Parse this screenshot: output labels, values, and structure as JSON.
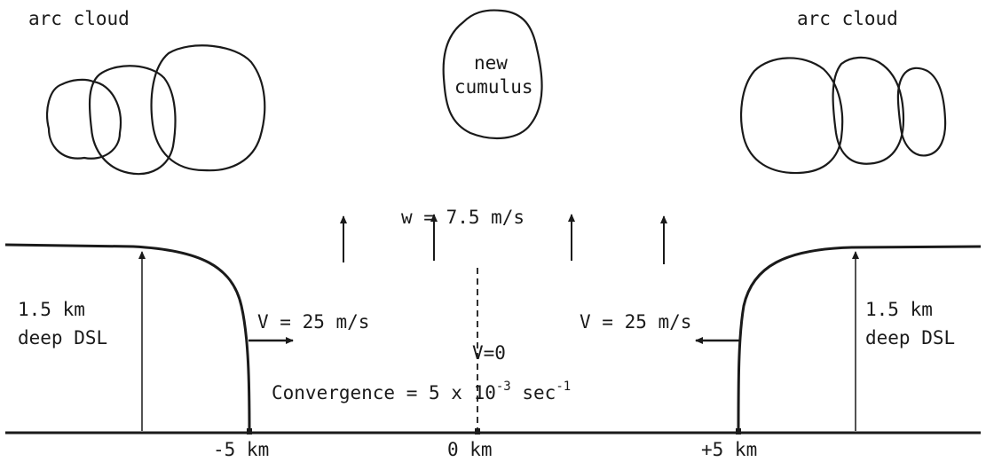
{
  "diagram": {
    "clouds": {
      "left_label": "arc cloud",
      "right_label": "arc cloud",
      "center_label_line1": "new",
      "center_label_line2": "cumulus"
    },
    "updraft_label": "w = 7.5 m/s",
    "left_layer": {
      "depth_line1": "1.5 km",
      "depth_line2": "deep DSL",
      "wind_label": "V = 25 m/s"
    },
    "right_layer": {
      "depth_line1": "1.5 km",
      "depth_line2": "deep DSL",
      "wind_label": "V = 25 m/s"
    },
    "center_wind_label": "V=0",
    "convergence": {
      "text": "Convergence = 5 x 10",
      "exp1": "-3",
      "unit": " sec",
      "exp2": "-1"
    },
    "ticks": {
      "left": "-5 km",
      "center": "0 km",
      "right": "+5 km"
    }
  }
}
